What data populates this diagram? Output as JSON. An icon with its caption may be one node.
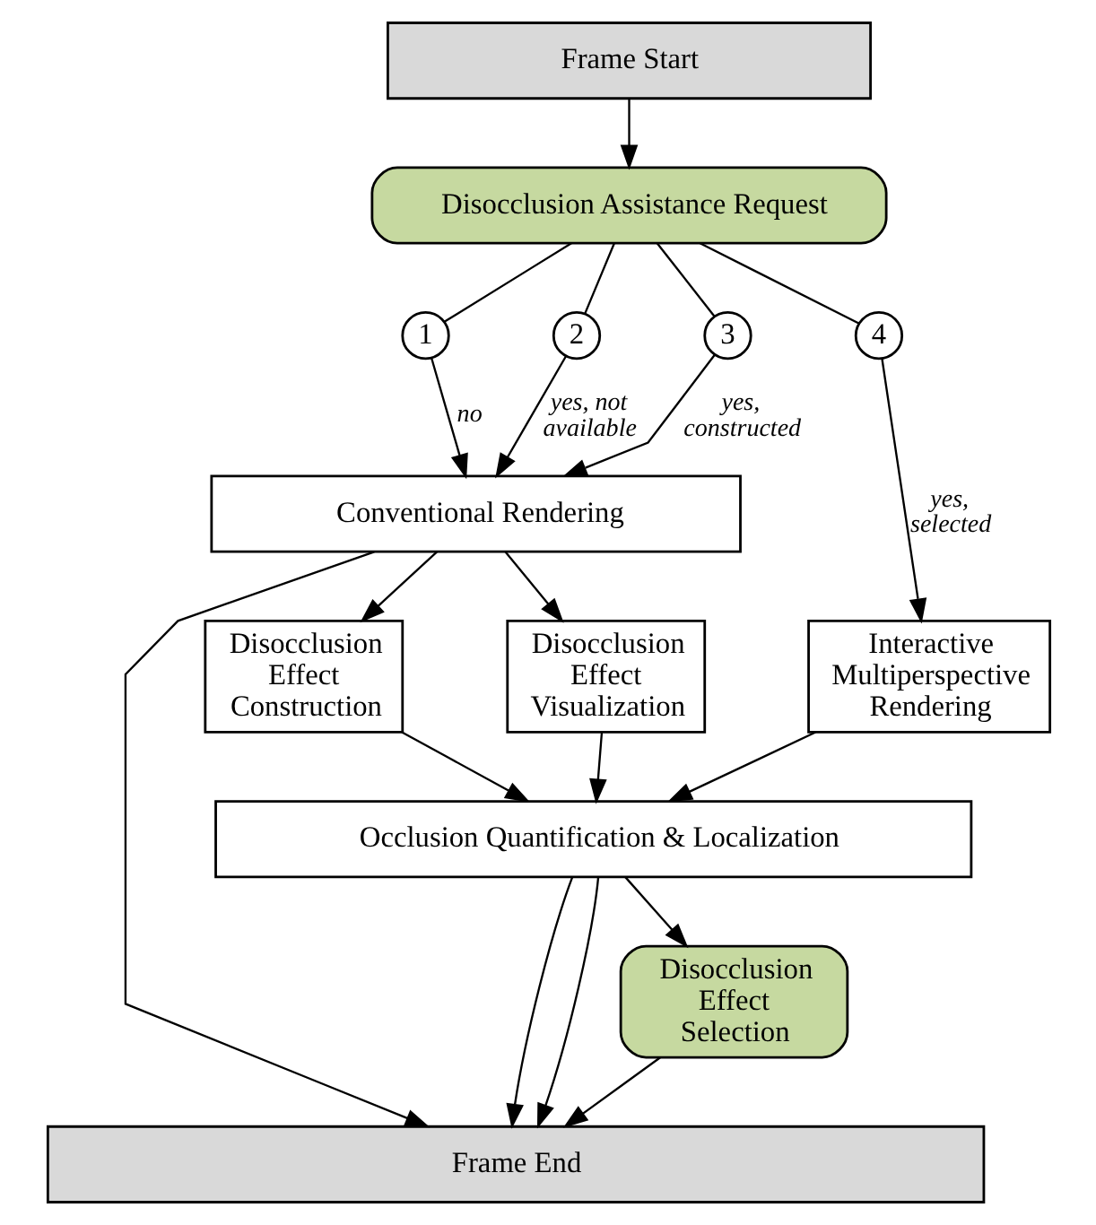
{
  "diagram": {
    "nodes": [
      {
        "text": [
          "Frame Start"
        ]
      },
      {
        "text": [
          "Disocclusion Assistance Request"
        ]
      },
      {
        "text": [
          "1"
        ]
      },
      {
        "text": [
          "2"
        ]
      },
      {
        "text": [
          "3"
        ]
      },
      {
        "text": [
          "4"
        ]
      },
      {
        "text": [
          "Conventional Rendering"
        ]
      },
      {
        "text": [
          "Disocclusion Effect Construction"
        ]
      },
      {
        "text": [
          "Disocclusion Effect Visualization"
        ]
      },
      {
        "text": [
          "Interactive Multiperspective Rendering"
        ]
      },
      {
        "text": [
          "Occlusion Quantification & Localization"
        ]
      },
      {
        "text": [
          "Disocclusion Effect Selection"
        ]
      },
      {
        "text": [
          "Frame End"
        ]
      }
    ],
    "edges": [
      {
        "from": 0,
        "to": 1,
        "arrow": "to"
      },
      {
        "from": 1,
        "to": 2,
        "arrow": "none"
      },
      {
        "from": 1,
        "to": 3,
        "arrow": "none"
      },
      {
        "from": 1,
        "to": 4,
        "arrow": "none"
      },
      {
        "from": 1,
        "to": 5,
        "arrow": "none"
      },
      {
        "from": 2,
        "to": 6,
        "arrow": "to",
        "label": "no"
      },
      {
        "from": 3,
        "to": 6,
        "arrow": "to",
        "label": "yes, not available"
      },
      {
        "from": 4,
        "to": 6,
        "arrow": "to",
        "label": "yes, constructed"
      },
      {
        "from": 5,
        "to": 9,
        "arrow": "to",
        "label": "yes, selected"
      },
      {
        "from": 6,
        "to": 12,
        "arrow": "to"
      },
      {
        "from": 6,
        "to": 7,
        "arrow": "to"
      },
      {
        "from": 6,
        "to": 8,
        "arrow": "to"
      },
      {
        "from": 7,
        "to": 10,
        "arrow": "to"
      },
      {
        "from": 8,
        "to": 10,
        "arrow": "to"
      },
      {
        "from": 9,
        "to": 10,
        "arrow": "to"
      },
      {
        "from": 10,
        "to": 12,
        "arrow": "to"
      },
      {
        "from": 10,
        "to": 11,
        "arrow": "to"
      },
      {
        "from": 11,
        "to": 12,
        "arrow": "to"
      },
      {
        "from": 10,
        "to": 12,
        "arrow": "to"
      }
    ]
  }
}
